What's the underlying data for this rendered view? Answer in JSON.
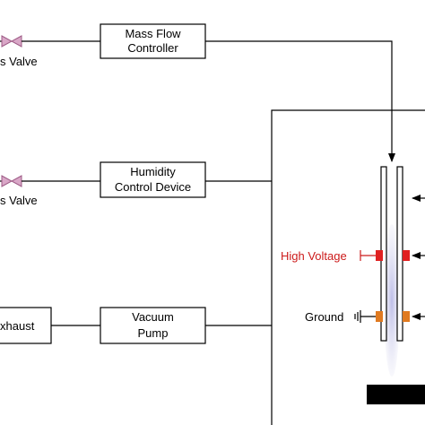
{
  "labels": {
    "mass_flow_controller": [
      "Mass Flow",
      "Controller"
    ],
    "humidity_control_device": [
      "Humidity",
      "Control Device"
    ],
    "vacuum_pump": [
      "Vacuum",
      "Pump"
    ],
    "gas_valve_top": "s Valve",
    "gas_valve_mid": "s Valve",
    "exhaust": "xhaust",
    "high_voltage": "High Voltage",
    "ground": "Ground"
  },
  "colors": {
    "high_voltage_text": "#cc1a1a",
    "high_voltage_electrode": "#e02020",
    "ground_electrode": "#e07a20",
    "plasma": "#c9c9e8",
    "valve": "#d9a7c7",
    "line": "#000000"
  },
  "icons": [
    "valve-icon",
    "arrow-icon",
    "ground-symbol-icon",
    "electrode-icon",
    "plasma-glow-icon"
  ]
}
